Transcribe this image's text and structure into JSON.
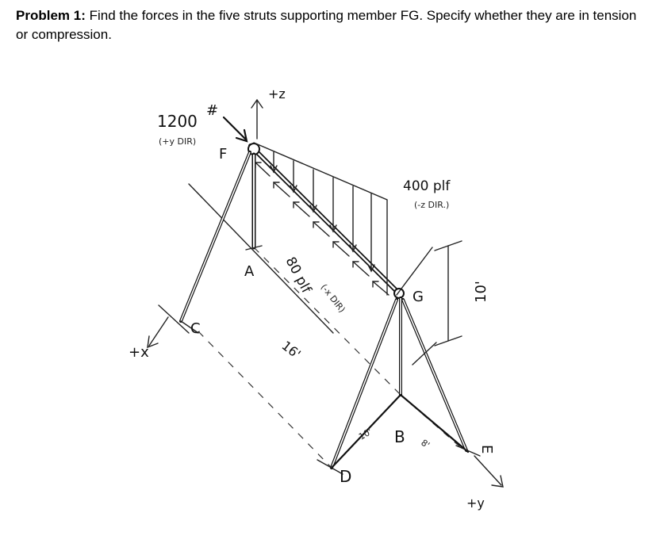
{
  "problem": {
    "label": "Problem 1:",
    "text": "Find the forces in the five struts supporting member FG. Specify whether they are in tension or compression."
  },
  "figure": {
    "load_point": "1200",
    "load_point_unit": "#",
    "load_point_dir": "(+y DIR)",
    "axis_z": "+z",
    "axis_x": "+x",
    "axis_y": "+y",
    "dist_load_z": "400 plf",
    "dist_load_z_dir": "(-z DIR.)",
    "dist_load_x": "80 plf",
    "dist_load_x_dir": "(-x DIR)",
    "label_F": "F",
    "label_G": "G",
    "label_A": "A",
    "label_B": "B",
    "label_C": "C",
    "label_D": "D",
    "label_E": "E",
    "dim_16": "16'",
    "dim_10_vertical": "10'",
    "dim_10": "10'",
    "dim_8": "8'"
  }
}
